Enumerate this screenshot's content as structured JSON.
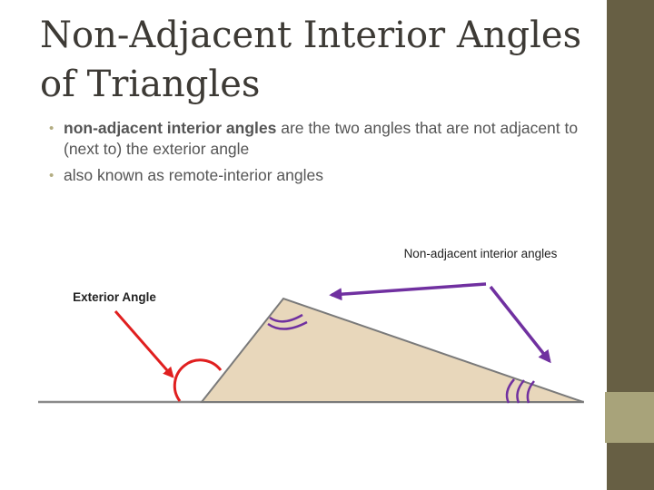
{
  "slide": {
    "title_line1": "Non-Adjacent Interior Angles",
    "title_line2": "of Triangles",
    "bullets": [
      {
        "bold": "non-adjacent interior angles",
        "rest": " are the two angles that are not adjacent to (next to) the exterior angle"
      },
      {
        "bold": "",
        "rest": "also known as remote-interior angles"
      }
    ],
    "bullet_glyph": "•"
  },
  "diagram": {
    "nonadjacent_label": "Non-adjacent interior angles",
    "exterior_label": "Exterior Angle",
    "colors": {
      "triangle_fill": "#e8d7bb",
      "triangle_stroke": "#7a7a7a",
      "baseline": "#8a8a8a",
      "exterior_arrow": "#e01f1f",
      "interior_arrows": "#7030a0",
      "sidebar": "#675f44",
      "sidebar_band": "#a8a37a"
    }
  }
}
